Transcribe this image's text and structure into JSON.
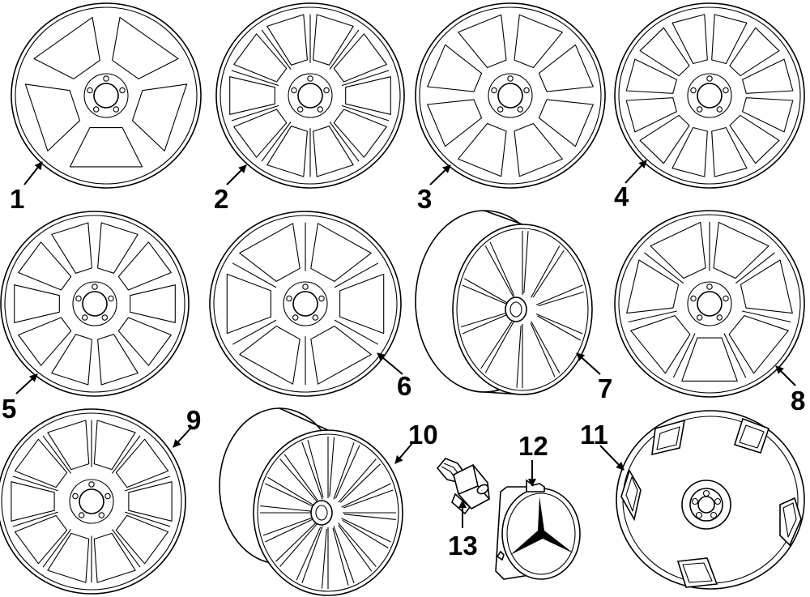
{
  "callouts": [
    "1",
    "2",
    "3",
    "4",
    "5",
    "6",
    "7",
    "8",
    "9",
    "10",
    "11",
    "12",
    "13"
  ],
  "colors": {
    "ink": "#000000",
    "background": "#ffffff"
  },
  "parts": [
    {
      "id": "1",
      "kind": "wheel-5-spoke"
    },
    {
      "id": "2",
      "kind": "wheel-10-twin-spoke"
    },
    {
      "id": "3",
      "kind": "wheel-8-spoke"
    },
    {
      "id": "4",
      "kind": "wheel-12-spoke"
    },
    {
      "id": "5",
      "kind": "wheel-10-spoke"
    },
    {
      "id": "6",
      "kind": "wheel-6-double-spoke"
    },
    {
      "id": "7",
      "kind": "wheel-angled-10-spoke"
    },
    {
      "id": "8",
      "kind": "wheel-7-split-spoke"
    },
    {
      "id": "9",
      "kind": "wheel-10-y-spoke"
    },
    {
      "id": "10",
      "kind": "wheel-angled-multi-spoke"
    },
    {
      "id": "11",
      "kind": "wheel-cover"
    },
    {
      "id": "12",
      "kind": "center-cap"
    },
    {
      "id": "13",
      "kind": "lug-bolt"
    }
  ]
}
